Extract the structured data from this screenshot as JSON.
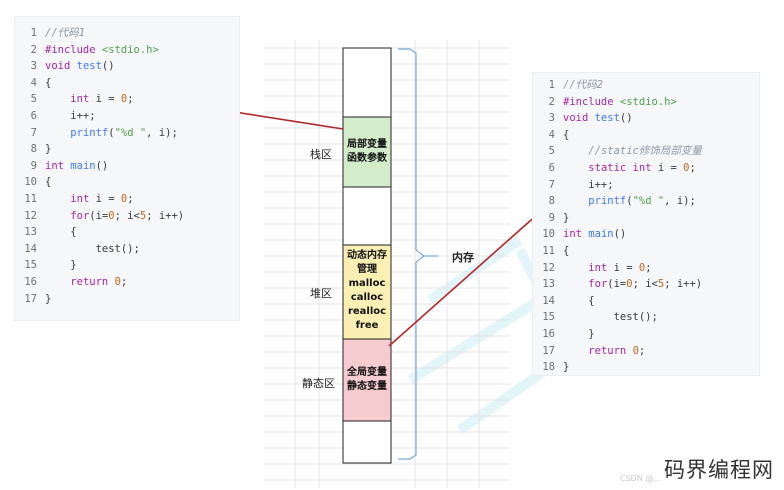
{
  "code_left": {
    "lines": [
      [
        {
          "t": "//代码1",
          "c": "comment"
        }
      ],
      [
        {
          "t": "#include ",
          "c": "kw"
        },
        {
          "t": "<stdio.h>",
          "c": "str"
        }
      ],
      [
        {
          "t": "void ",
          "c": "kw"
        },
        {
          "t": "test",
          "c": "fn"
        },
        {
          "t": "()",
          "c": "plain"
        }
      ],
      [
        {
          "t": "{",
          "c": "plain"
        }
      ],
      [
        {
          "t": "    ",
          "c": "plain"
        },
        {
          "t": "int ",
          "c": "kw"
        },
        {
          "t": "i = ",
          "c": "plain"
        },
        {
          "t": "0",
          "c": "num"
        },
        {
          "t": ";",
          "c": "plain"
        }
      ],
      [
        {
          "t": "    i++;",
          "c": "plain"
        }
      ],
      [
        {
          "t": "    ",
          "c": "plain"
        },
        {
          "t": "printf",
          "c": "fn"
        },
        {
          "t": "(",
          "c": "plain"
        },
        {
          "t": "\"%d \"",
          "c": "str"
        },
        {
          "t": ", i);",
          "c": "plain"
        }
      ],
      [
        {
          "t": "}",
          "c": "plain"
        }
      ],
      [
        {
          "t": "int ",
          "c": "kw"
        },
        {
          "t": "main",
          "c": "fn"
        },
        {
          "t": "()",
          "c": "plain"
        }
      ],
      [
        {
          "t": "{",
          "c": "plain"
        }
      ],
      [
        {
          "t": "    ",
          "c": "plain"
        },
        {
          "t": "int ",
          "c": "kw"
        },
        {
          "t": "i = ",
          "c": "plain"
        },
        {
          "t": "0",
          "c": "num"
        },
        {
          "t": ";",
          "c": "plain"
        }
      ],
      [
        {
          "t": "    ",
          "c": "plain"
        },
        {
          "t": "for",
          "c": "kw"
        },
        {
          "t": "(i=",
          "c": "plain"
        },
        {
          "t": "0",
          "c": "num"
        },
        {
          "t": "; i<",
          "c": "plain"
        },
        {
          "t": "5",
          "c": "num"
        },
        {
          "t": "; i++)",
          "c": "plain"
        }
      ],
      [
        {
          "t": "    {",
          "c": "plain"
        }
      ],
      [
        {
          "t": "        test();",
          "c": "plain"
        }
      ],
      [
        {
          "t": "    }",
          "c": "plain"
        }
      ],
      [
        {
          "t": "    ",
          "c": "plain"
        },
        {
          "t": "return ",
          "c": "kw"
        },
        {
          "t": "0",
          "c": "num"
        },
        {
          "t": ";",
          "c": "plain"
        }
      ],
      [
        {
          "t": "}",
          "c": "plain"
        }
      ]
    ]
  },
  "code_right": {
    "lines": [
      [
        {
          "t": "//代码2",
          "c": "comment"
        }
      ],
      [
        {
          "t": "#include ",
          "c": "kw"
        },
        {
          "t": "<stdio.h>",
          "c": "str"
        }
      ],
      [
        {
          "t": "void ",
          "c": "kw"
        },
        {
          "t": "test",
          "c": "fn"
        },
        {
          "t": "()",
          "c": "plain"
        }
      ],
      [
        {
          "t": "{",
          "c": "plain"
        }
      ],
      [
        {
          "t": "    ",
          "c": "plain"
        },
        {
          "t": "//static修饰局部变量",
          "c": "comment"
        }
      ],
      [
        {
          "t": "    ",
          "c": "plain"
        },
        {
          "t": "static int ",
          "c": "kw"
        },
        {
          "t": "i = ",
          "c": "plain"
        },
        {
          "t": "0",
          "c": "num"
        },
        {
          "t": ";",
          "c": "plain"
        }
      ],
      [
        {
          "t": "    i++;",
          "c": "plain"
        }
      ],
      [
        {
          "t": "    ",
          "c": "plain"
        },
        {
          "t": "printf",
          "c": "fn"
        },
        {
          "t": "(",
          "c": "plain"
        },
        {
          "t": "\"%d \"",
          "c": "str"
        },
        {
          "t": ", i);",
          "c": "plain"
        }
      ],
      [
        {
          "t": "}",
          "c": "plain"
        }
      ],
      [
        {
          "t": "int ",
          "c": "kw"
        },
        {
          "t": "main",
          "c": "fn"
        },
        {
          "t": "()",
          "c": "plain"
        }
      ],
      [
        {
          "t": "{",
          "c": "plain"
        }
      ],
      [
        {
          "t": "    ",
          "c": "plain"
        },
        {
          "t": "int ",
          "c": "kw"
        },
        {
          "t": "i = ",
          "c": "plain"
        },
        {
          "t": "0",
          "c": "num"
        },
        {
          "t": ";",
          "c": "plain"
        }
      ],
      [
        {
          "t": "    ",
          "c": "plain"
        },
        {
          "t": "for",
          "c": "kw"
        },
        {
          "t": "(i=",
          "c": "plain"
        },
        {
          "t": "0",
          "c": "num"
        },
        {
          "t": "; i<",
          "c": "plain"
        },
        {
          "t": "5",
          "c": "num"
        },
        {
          "t": "; i++)",
          "c": "plain"
        }
      ],
      [
        {
          "t": "    {",
          "c": "plain"
        }
      ],
      [
        {
          "t": "        test();",
          "c": "plain"
        }
      ],
      [
        {
          "t": "    }",
          "c": "plain"
        }
      ],
      [
        {
          "t": "    ",
          "c": "plain"
        },
        {
          "t": "return ",
          "c": "kw"
        },
        {
          "t": "0",
          "c": "num"
        },
        {
          "t": ";",
          "c": "plain"
        }
      ],
      [
        {
          "t": "}",
          "c": "plain"
        }
      ]
    ]
  },
  "memory": {
    "stack_label": "栈区",
    "heap_label": "堆区",
    "static_label": "静态区",
    "memory_label": "内存",
    "stack_block": [
      "局部变量",
      "函数参数"
    ],
    "heap_block": [
      "动态内存",
      "管理",
      "malloc",
      "calloc",
      "realloc",
      "free"
    ],
    "static_block": [
      "全局变量",
      "静态变量"
    ]
  },
  "colors": {
    "stack_fill": "#d3ecc9",
    "heap_fill": "#fbefb4",
    "static_fill": "#f7ccd0",
    "arrow": "#b5272a",
    "brace": "#7aa9dc"
  },
  "watermark": "码界编程网",
  "faint_text": "CSDN @..."
}
